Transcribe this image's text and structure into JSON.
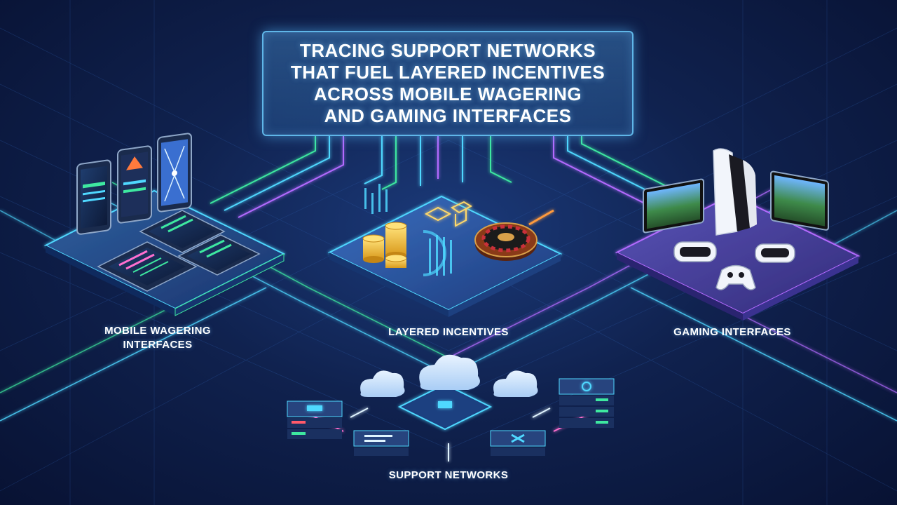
{
  "title": {
    "lines": [
      "TRACING SUPPORT NETWORKS",
      "THAT FUEL LAYERED INCENTIVES",
      "ACROSS MOBILE WAGERING",
      "AND GAMING INTERFACES"
    ]
  },
  "labels": {
    "mobile_line1": "MOBILE WAGERING",
    "mobile_line2": "INTERFACES",
    "incentives": "LAYERED INCENTIVES",
    "gaming": "GAMING INTERFACES",
    "support": "SUPPORT NETWORKS"
  },
  "colors": {
    "accent_cyan": "#4fd8ff",
    "accent_green": "#3ee8a0",
    "accent_purple": "#b46bff",
    "accent_pink": "#ff6fd0",
    "platform_blue": "#2a4f9a",
    "platform_purple": "#4a3f96"
  },
  "icons": [
    "smartphone-icon",
    "coin-stack-icon",
    "roulette-wheel-icon",
    "game-console-icon",
    "vr-headset-icon",
    "gamepad-icon",
    "tablet-icon",
    "cloud-icon",
    "server-rack-icon"
  ]
}
